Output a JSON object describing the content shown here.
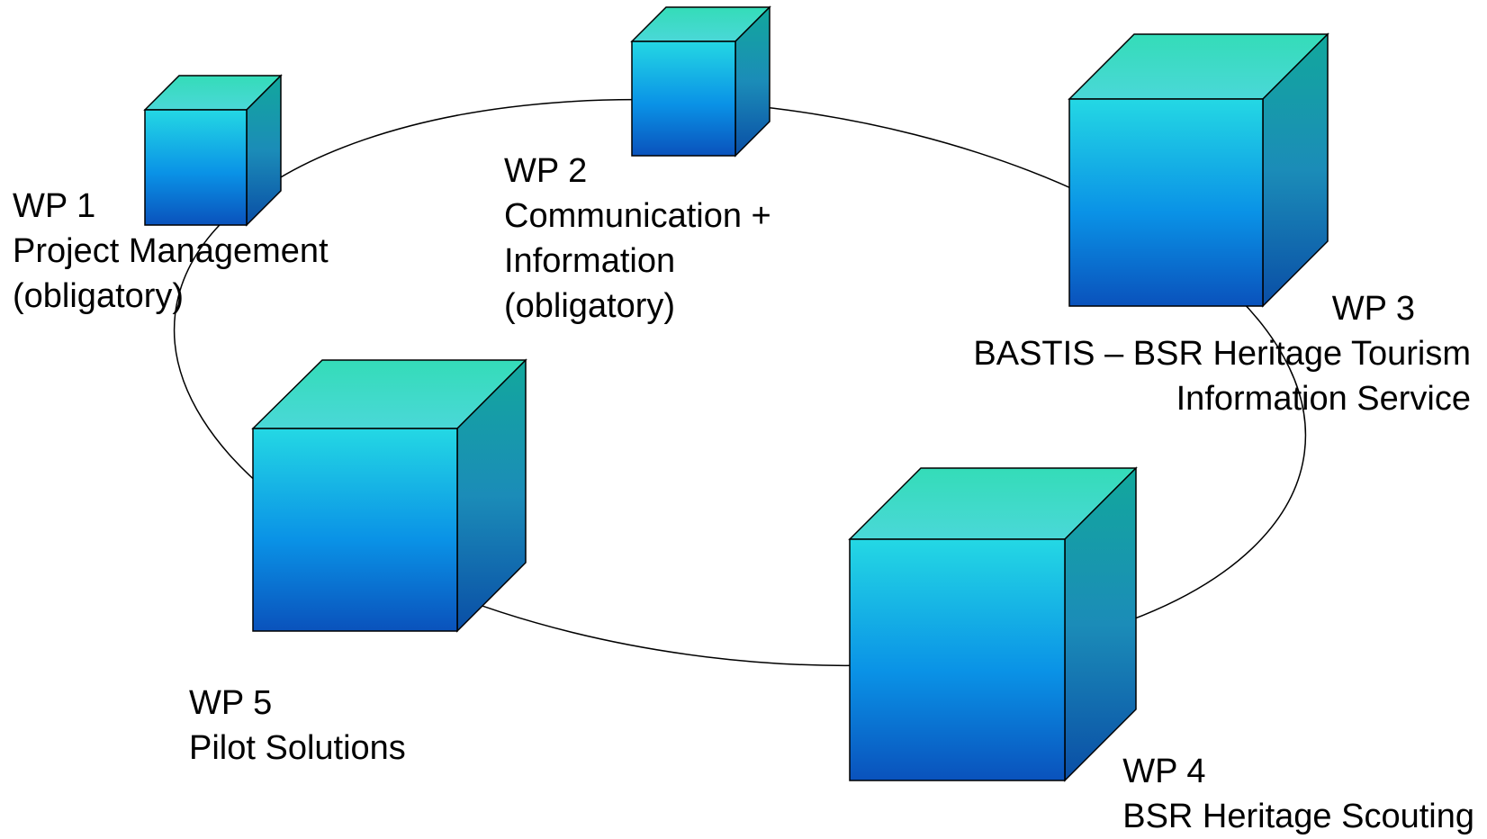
{
  "diagram": {
    "colors": {
      "ring_stroke": "#000000",
      "cube_front_top": "#22d4e6",
      "cube_front_bottom": "#0a55c0",
      "cube_top_light": "#48dcc8",
      "cube_side": "#1a92b4",
      "cube_outline": "#000000"
    },
    "work_packages": [
      {
        "id": "WP 1",
        "lines": [
          "Project Management",
          "(obligatory)"
        ]
      },
      {
        "id": "WP 2",
        "lines": [
          "Communication +",
          "Information",
          "(obligatory)"
        ]
      },
      {
        "id": "WP 3",
        "lines": [
          "BASTIS – BSR Heritage Tourism",
          "Information Service"
        ]
      },
      {
        "id": "WP 4",
        "lines": [
          "BSR Heritage Scouting"
        ]
      },
      {
        "id": "WP 5",
        "lines": [
          "Pilot Solutions"
        ]
      }
    ]
  }
}
